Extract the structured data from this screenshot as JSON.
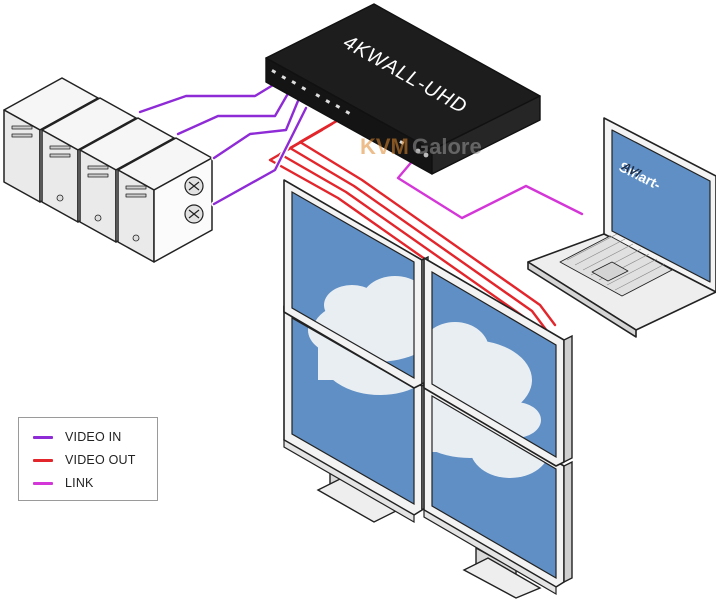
{
  "device": {
    "name": "4KWALL-UHD"
  },
  "watermark": {
    "part1": "KVM",
    "part2": "Galore"
  },
  "laptop": {
    "brand": "Smart-",
    "brand_mark": "AVI"
  },
  "legend": {
    "items": [
      {
        "label": "VIDEO IN",
        "color": "#8e2bd6"
      },
      {
        "label": "VIDEO OUT",
        "color": "#e3262c"
      },
      {
        "label": "LINK",
        "color": "#d437d8"
      }
    ]
  },
  "colors": {
    "screen": "#5f8fc4",
    "cloud": "#e9eef3",
    "device_body": "#1d1d1d",
    "cable_in": "#8e2bd6",
    "cable_out": "#e3262c",
    "cable_link": "#d437d8"
  }
}
